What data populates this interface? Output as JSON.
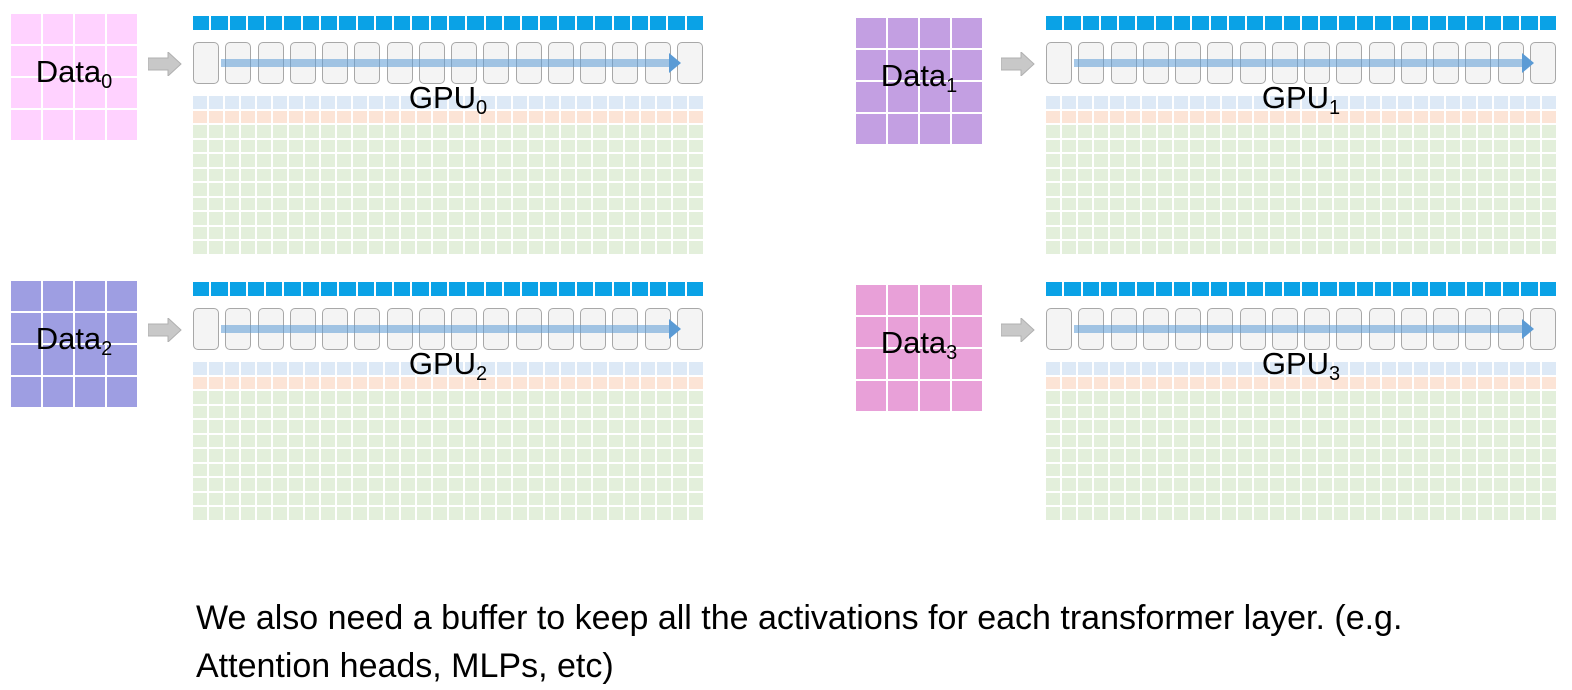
{
  "data_blocks": [
    {
      "label": "Data",
      "sub": "0",
      "color": "#ffd2ff"
    },
    {
      "label": "Data",
      "sub": "1",
      "color": "#c39fe2"
    },
    {
      "label": "Data",
      "sub": "2",
      "color": "#9e9ee2"
    },
    {
      "label": "Data",
      "sub": "3",
      "color": "#e8a0d8"
    }
  ],
  "gpus": [
    {
      "label": "GPU",
      "sub": "0"
    },
    {
      "label": "GPU",
      "sub": "1"
    },
    {
      "label": "GPU",
      "sub": "2"
    },
    {
      "label": "GPU",
      "sub": "3"
    }
  ],
  "colors": {
    "param_bar": "#0aa2e6",
    "layer_fill": "#f4f4f4",
    "flow_arrow": "#5b9bd5",
    "activations": "#e3efdb",
    "grad_row": "#dde9f6",
    "optim_row": "#fce4d6",
    "input_arrow": "#c8c8c8"
  },
  "caption": "We also need a buffer to keep all the activations for each transformer layer. (e.g. Attention heads, MLPs, etc)"
}
